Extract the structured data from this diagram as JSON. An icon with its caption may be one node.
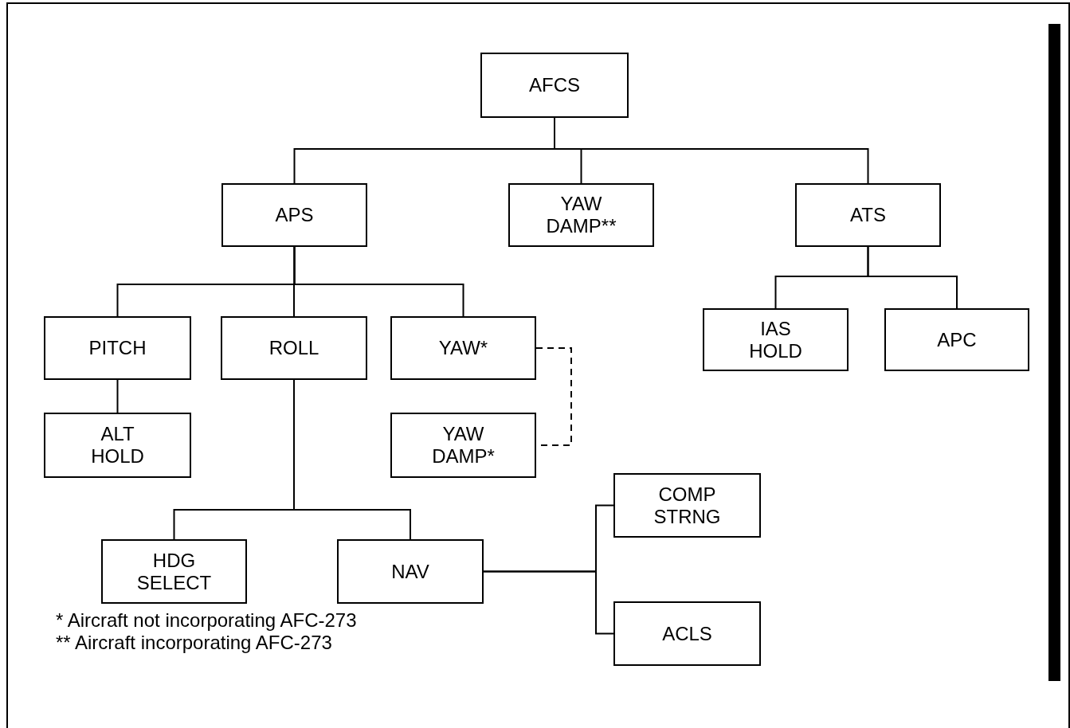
{
  "diagram": {
    "nodes": [
      {
        "text": [
          "AFCS"
        ]
      },
      {
        "text": [
          "APS"
        ]
      },
      {
        "text": [
          "YAW DAMP**"
        ]
      },
      {
        "text": [
          "ATS"
        ]
      },
      {
        "text": [
          "PITCH"
        ]
      },
      {
        "text": [
          "ROLL"
        ]
      },
      {
        "text": [
          "YAW*"
        ]
      },
      {
        "text": [
          "IAS HOLD"
        ]
      },
      {
        "text": [
          "APC"
        ]
      },
      {
        "text": [
          "ALT HOLD"
        ]
      },
      {
        "text": [
          "YAW DAMP*"
        ]
      },
      {
        "text": [
          "HDG SELECT"
        ]
      },
      {
        "text": [
          "NAV"
        ]
      },
      {
        "text": [
          "COMP STRNG"
        ]
      },
      {
        "text": [
          "ACLS"
        ]
      },
      {
        "text": [],
        "shape": "bar"
      }
    ],
    "edges": [
      {
        "from": 0,
        "to": 1,
        "arrow": "none"
      },
      {
        "from": 0,
        "to": 2,
        "arrow": "none"
      },
      {
        "from": 0,
        "to": 3,
        "arrow": "none"
      },
      {
        "from": 1,
        "to": 4,
        "arrow": "none"
      },
      {
        "from": 1,
        "to": 5,
        "arrow": "none"
      },
      {
        "from": 1,
        "to": 6,
        "arrow": "none"
      },
      {
        "from": 3,
        "to": 7,
        "arrow": "none"
      },
      {
        "from": 3,
        "to": 8,
        "arrow": "none"
      },
      {
        "from": 4,
        "to": 9,
        "arrow": "none"
      },
      {
        "from": 5,
        "to": 11,
        "arrow": "none"
      },
      {
        "from": 5,
        "to": 12,
        "arrow": "none"
      },
      {
        "from": 6,
        "to": 10,
        "arrow": "none",
        "style": "dashed"
      },
      {
        "from": 12,
        "to": 13,
        "arrow": "none"
      },
      {
        "from": 12,
        "to": 14,
        "arrow": "none"
      }
    ],
    "labels": [
      "* Aircraft not incorporating AFC-273",
      "** Aircraft incorporating AFC-273"
    ]
  }
}
